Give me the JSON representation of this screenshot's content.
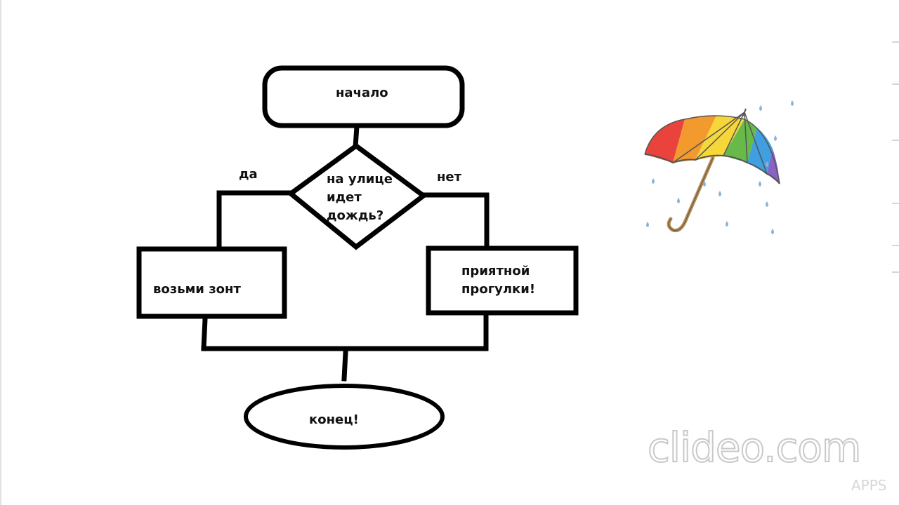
{
  "diagram": {
    "start": "начало",
    "decision": [
      "на улице",
      "идет",
      "дождь?"
    ],
    "yes_label": "да",
    "no_label": "нет",
    "yes_action": "возьми зонт",
    "no_action": [
      "приятной",
      "прогулки!"
    ],
    "end": "конец!"
  },
  "watermark": {
    "brand": "clideo.com",
    "sub": "APPS"
  },
  "colors": {
    "stroke": "#000000",
    "umbrella_handle": "#b08a5a",
    "raindrop": "#8fb3d6",
    "umbrella_panels": [
      "#e9433c",
      "#f39a2e",
      "#f5d73a",
      "#67b94a",
      "#3f9fe0",
      "#8a63c6"
    ]
  }
}
